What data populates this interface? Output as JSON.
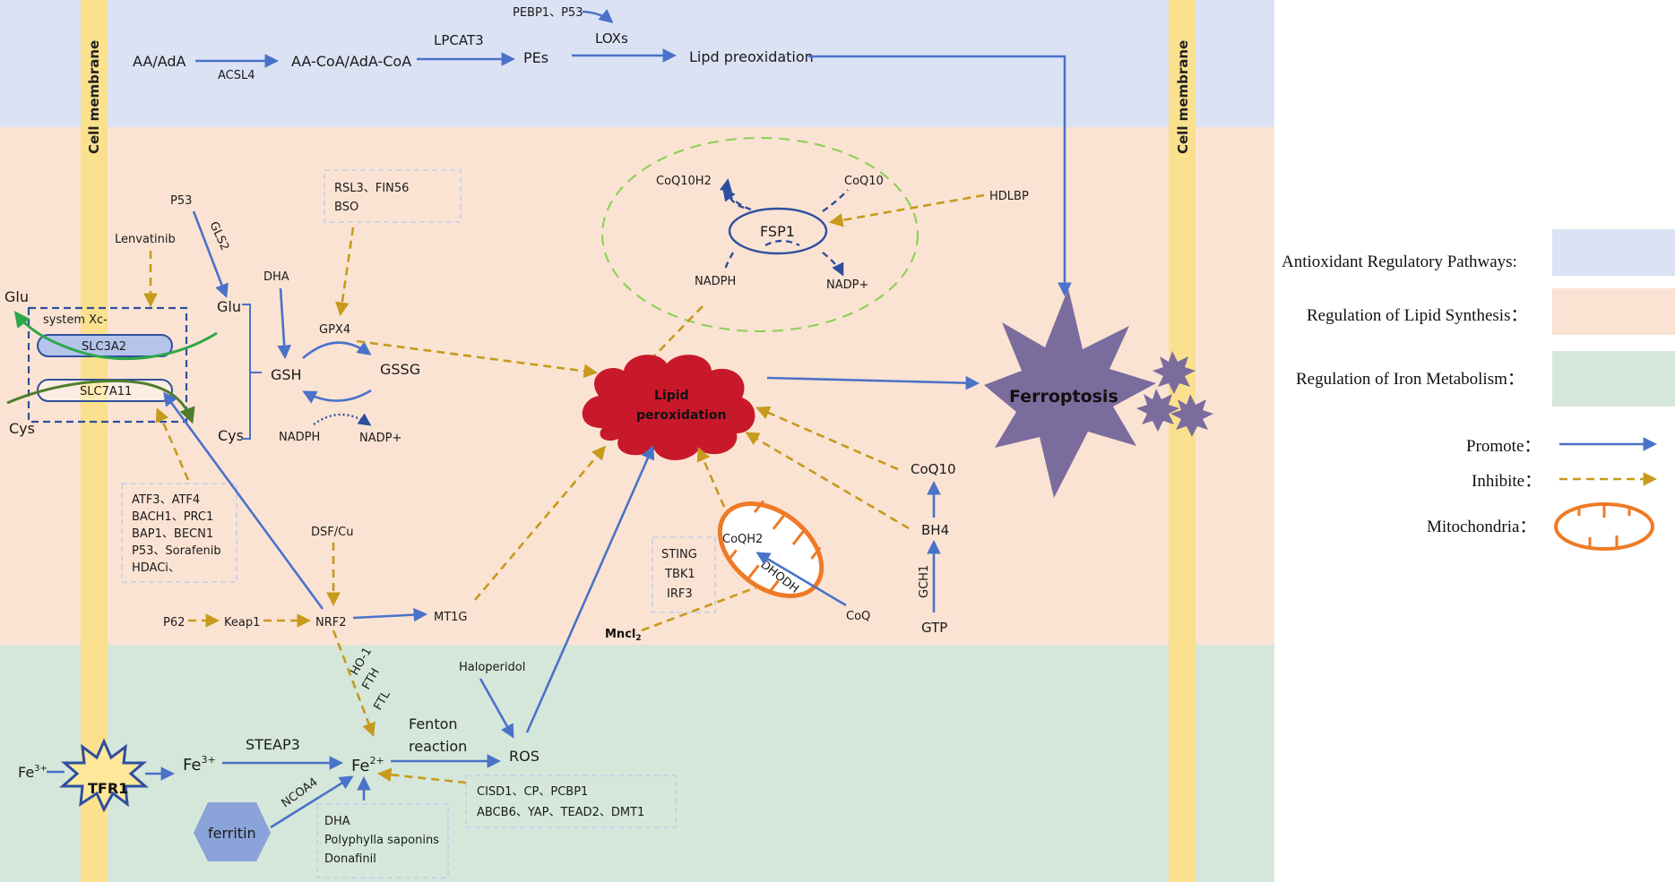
{
  "regions": {
    "membrane_left": "Cell membrane",
    "membrane_right": "Cell membrane"
  },
  "colors": {
    "antioxidant_band": "#dbe2f4",
    "lipid_band": "#fbe3d3",
    "iron_band": "#d5e7da",
    "membrane": "#fbe08e",
    "promote_arrow": "#4a72c9",
    "inhibit_arrow": "#c69a1c",
    "lipid_cloud": "#c8192b",
    "ferroptosis_star": "#7b6c9e",
    "mitochondria": "#ee7a27"
  },
  "top_pathway": {
    "aa": "AA/AdA",
    "acsl4": "ACSL4",
    "aacoa": "AA-CoA/AdA-CoA",
    "lpcat3": "LPCAT3",
    "pes": "PEs",
    "pebp1": "PEBP1、P53",
    "loxs": "LOXs",
    "lipid_preox": "Lipd preoxidation"
  },
  "system_xc": {
    "glu_out": "Glu",
    "cys_out": "Cys",
    "title": "system Xc-",
    "slc3a2": "SLC3A2",
    "slc7a11": "SLC7A11",
    "lenvatinib": "Lenvatinib",
    "p53": "P53",
    "gls2": "GLS2",
    "glu_in": "Glu",
    "cys_in": "Cys",
    "regulators": [
      "ATF3、ATF4",
      "BACH1、PRC1",
      "BAP1、BECN1",
      "P53、Sorafenib",
      "HDACi、"
    ]
  },
  "gsh_cycle": {
    "dha": "DHA",
    "gsh": "GSH",
    "gssg": "GSSG",
    "gpx4": "GPX4",
    "nadph": "NADPH",
    "nadp": "NADP+",
    "inhibitors": [
      "RSL3、FIN56",
      "BSO"
    ]
  },
  "fsp1": {
    "coq10h2": "CoQ10H2",
    "coq10": "CoQ10",
    "fsp1": "FSP1",
    "nadph": "NADPH",
    "nadp": "NADP+",
    "hdlbp": "HDLBP"
  },
  "center": {
    "lipid_cloud": [
      "Lipid",
      "peroxidation"
    ],
    "ferroptosis": "Ferroptosis"
  },
  "nrf2": {
    "dsf": "DSF/Cu",
    "p62": "P62",
    "keap1": "Keap1",
    "nrf2": "NRF2",
    "mt1g": "MT1G",
    "targets": [
      "HO-1",
      "FTH",
      "FTL"
    ]
  },
  "mito": {
    "sting": [
      "STING",
      "TBK1",
      "IRF3"
    ],
    "mncl": "Mncl",
    "mncl_sub": "2",
    "coqh2": "CoQH2",
    "dhodh": "DHODH",
    "coq": "CoQ"
  },
  "bh4": {
    "coq10": "CoQ10",
    "bh4": "BH4",
    "gch1": "GCH1",
    "gtp": "GTP"
  },
  "iron": {
    "fe3_out": "Fe",
    "fe3_out_sup": "3+",
    "tfr1": "TFR1",
    "fe3_in": "Fe",
    "fe3_in_sup": "3+",
    "steap3": "STEAP3",
    "fe2": "Fe",
    "fe2_sup": "2+",
    "fenton": [
      "Fenton",
      "reaction"
    ],
    "ros": "ROS",
    "haloperidol": "Haloperidol",
    "ferritin": "ferritin",
    "ncoa4": "NCOA4",
    "fe2_inhibitors": [
      "CISD1、CP、PCBP1",
      "ABCB6、YAP、TEAD2、DMT1"
    ],
    "ferritin_inhibitors": [
      "DHA",
      "Polyphylla saponins",
      "Donafinil"
    ]
  },
  "legend": {
    "antioxidant": "Antioxidant Regulatory Pathways:",
    "lipid": "Regulation of Lipid Synthesis：",
    "iron": "Regulation of Iron Metabolism：",
    "promote": "Promote：",
    "inhibit": "Inhibite：",
    "mito": "Mitochondria："
  }
}
